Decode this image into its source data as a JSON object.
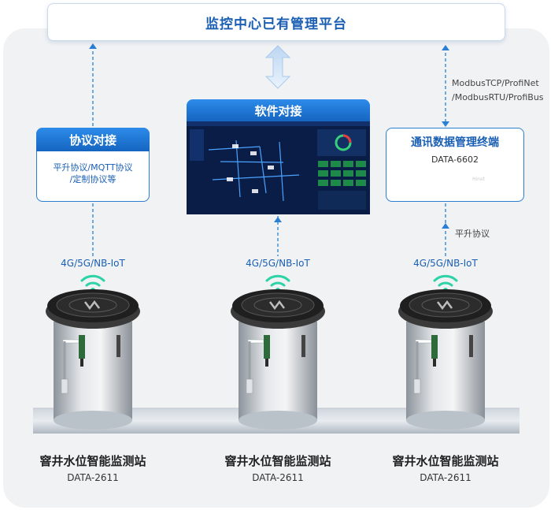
{
  "top": {
    "label": "监控中心已有管理平台"
  },
  "protocol_card": {
    "header": "协议对接",
    "line1": "平升协议/MQTT协议",
    "line2": "/定制协议等"
  },
  "software_card": {
    "header": "软件对接"
  },
  "terminal_card": {
    "header": "通讯数据管理终端",
    "model": "DATA-6602",
    "device_brand": "Hinet"
  },
  "right_link_protocols": {
    "line1": "ModbusTCP/ProfiNet",
    "line2": "/ModbusRTU/ProfiBus"
  },
  "pingsheng_protocol": "平升协议",
  "network_label": "4G/5G/NB-IoT",
  "stations": [
    {
      "name": "窨井水位智能监测站",
      "model": "DATA-2611"
    },
    {
      "name": "窨井水位智能监测站",
      "model": "DATA-2611"
    },
    {
      "name": "窨井水位智能监测站",
      "model": "DATA-2611"
    }
  ],
  "colors": {
    "accent": "#1a5fb4",
    "header_grad_top": "#2d8bea",
    "header_grad_bottom": "#1565c0",
    "dashed_line": "#2a7fd4",
    "panel_bg": "#f1f2f4"
  },
  "icons": [
    "wifi-icon",
    "double-arrow-icon",
    "manhole-cover-icon",
    "dashboard-screen",
    "rack-device"
  ]
}
